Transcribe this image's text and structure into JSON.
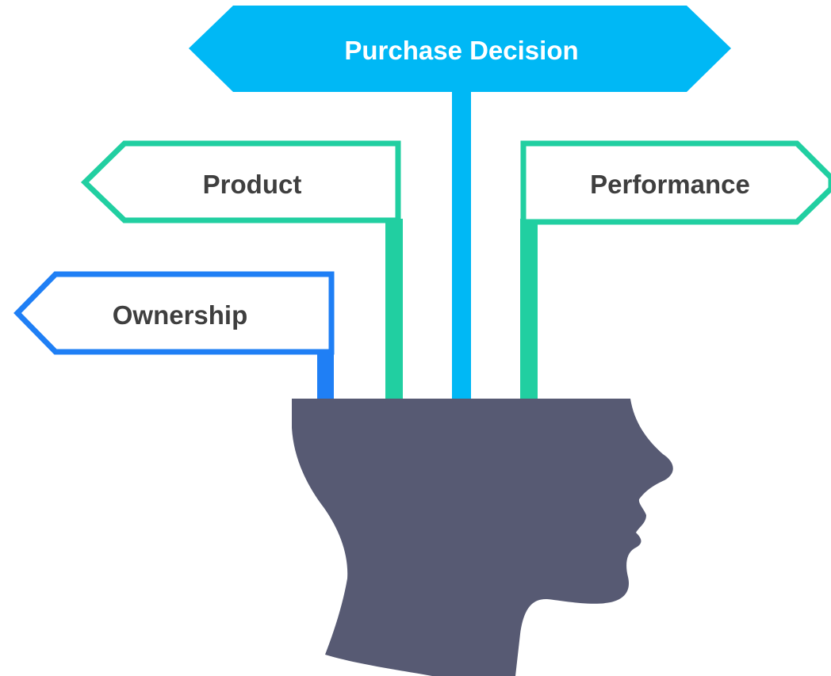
{
  "signs": {
    "top": {
      "label": "Purchase Decision",
      "color": "#00B8F5"
    },
    "product": {
      "label": "Product",
      "color": "#21CFA1"
    },
    "performance": {
      "label": "Performance",
      "color": "#21CFA1"
    },
    "ownership": {
      "label": "Ownership",
      "color": "#1F7FF5"
    }
  },
  "head": {
    "color": "#575A73"
  },
  "text_colors": {
    "on_fill": "#ffffff",
    "on_outline": "#3F3F3F"
  }
}
